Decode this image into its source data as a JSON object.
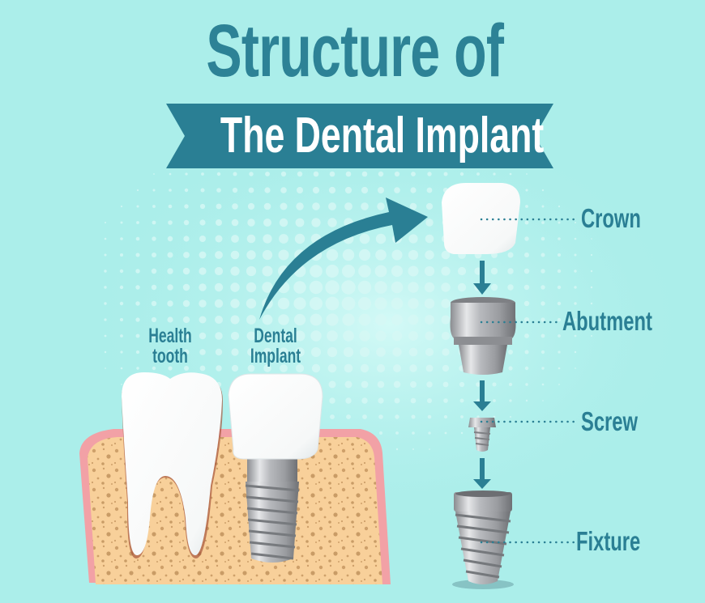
{
  "title": {
    "line1": "Structure of",
    "line2": "The Dental Implant"
  },
  "comparison_labels": {
    "healthy": {
      "line1": "Health",
      "line2": "tooth"
    },
    "implant": {
      "line1": "Dental",
      "line2": "Implant"
    }
  },
  "parts": [
    {
      "id": "crown",
      "label": "Crown"
    },
    {
      "id": "abutment",
      "label": "Abutment"
    },
    {
      "id": "screw",
      "label": "Screw"
    },
    {
      "id": "fixture",
      "label": "Fixture"
    }
  ],
  "colors": {
    "background": "#abeeea",
    "accent": "#2d8296",
    "banner": "#2a7f94",
    "banner_text": "#ffffff",
    "bone": "#f8d09a",
    "bone_spots": "#b98a55",
    "gum": "#f2a6a8",
    "tooth": "#ffffff",
    "metal": "#a9abaf"
  }
}
